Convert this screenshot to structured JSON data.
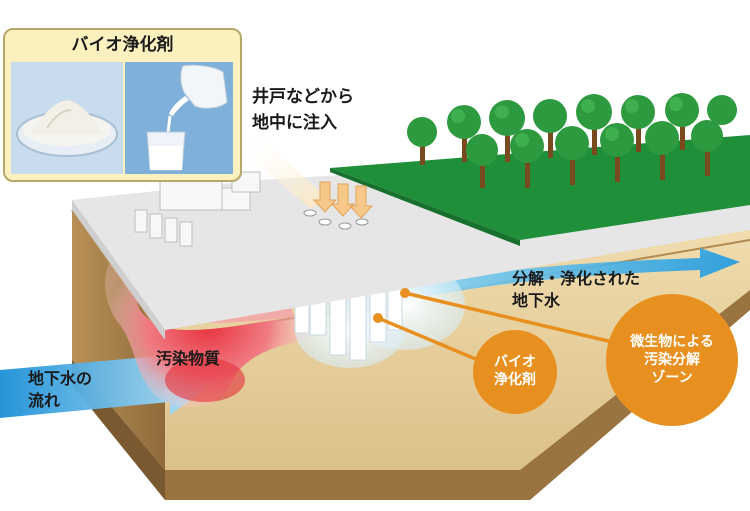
{
  "inset": {
    "title": "バイオ浄化剤",
    "images": [
      "powder-in-petri-dish",
      "liquid-poured-into-beaker"
    ]
  },
  "labels": {
    "injection": [
      "井戸などから",
      "地中に注入"
    ],
    "clean_water": [
      "分解・浄化された",
      "地下水"
    ],
    "contaminant": "汚染物質",
    "groundwater_flow": [
      "地下水の",
      "流れ"
    ],
    "bio_agent": [
      "バイオ",
      "浄化剤"
    ],
    "decomp_zone": [
      "微生物による",
      "汚染分解",
      "ゾーン"
    ]
  },
  "colors": {
    "leader_orange": "#e8901f",
    "flow_arrow": "#29a3e0",
    "contamination": "#ea4a58",
    "grass": "#1f8f3a",
    "soil": "#e8cf9c",
    "surface": "#e6e6e6"
  }
}
